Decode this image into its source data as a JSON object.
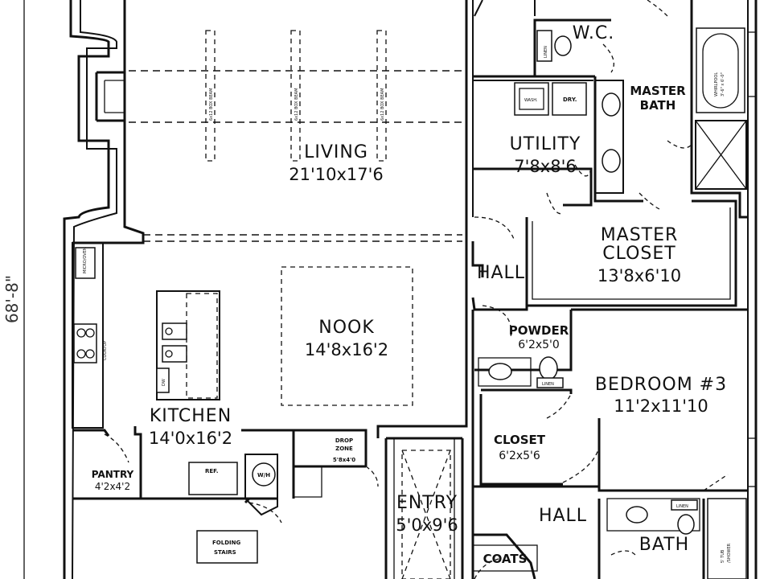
{
  "overall_dimension": "68'-8\"",
  "rooms": {
    "living": {
      "name": "LIVING",
      "dims": "21'10x17'6"
    },
    "utility": {
      "name": "UTILITY",
      "dims": "7'8x8'6"
    },
    "wc": {
      "name": "W.C."
    },
    "master_bath": {
      "name_line1": "MASTER",
      "name_line2": "BATH"
    },
    "master_closet": {
      "name_line1": "MASTER",
      "name_line2": "CLOSET",
      "dims": "13'8x6'10"
    },
    "hall_upper": {
      "name": "HALL"
    },
    "nook": {
      "name": "NOOK",
      "dims": "14'8x16'2"
    },
    "powder": {
      "name": "POWDER",
      "dims": "6'2x5'0"
    },
    "bedroom3": {
      "name": "BEDROOM #3",
      "dims": "11'2x11'10"
    },
    "kitchen": {
      "name": "KITCHEN",
      "dims": "14'0x16'2"
    },
    "closet": {
      "name": "CLOSET",
      "dims": "6'2x5'6"
    },
    "drop_zone": {
      "name_line1": "DROP",
      "name_line2": "ZONE",
      "dims": "5'8x4'0"
    },
    "entry": {
      "name": "ENTRY",
      "dims": "5'0x9'6"
    },
    "pantry": {
      "name": "PANTRY",
      "dims": "4'2x4'2"
    },
    "hall_lower": {
      "name": "HALL"
    },
    "bath": {
      "name": "BATH"
    },
    "coats": {
      "name": "COATS"
    }
  },
  "fixtures": {
    "beam": "6x12 BOX BEAM",
    "wash": "WASH.",
    "dry": "DRY.",
    "whirlpool_line1": "WHIRLPOOL",
    "whirlpool_line2": "3'-6\" x 6'-0\"",
    "linen": "LINEN",
    "tub_line1": "5' TUB",
    "tub_line2": "/SHOWER",
    "ref": "REF.",
    "wh": "W/H",
    "dw": "DW",
    "cooktop": "COOKTOP",
    "micro": "MICRO/OVEN",
    "folding_line1": "FOLDING",
    "folding_line2": "STAIRS"
  }
}
